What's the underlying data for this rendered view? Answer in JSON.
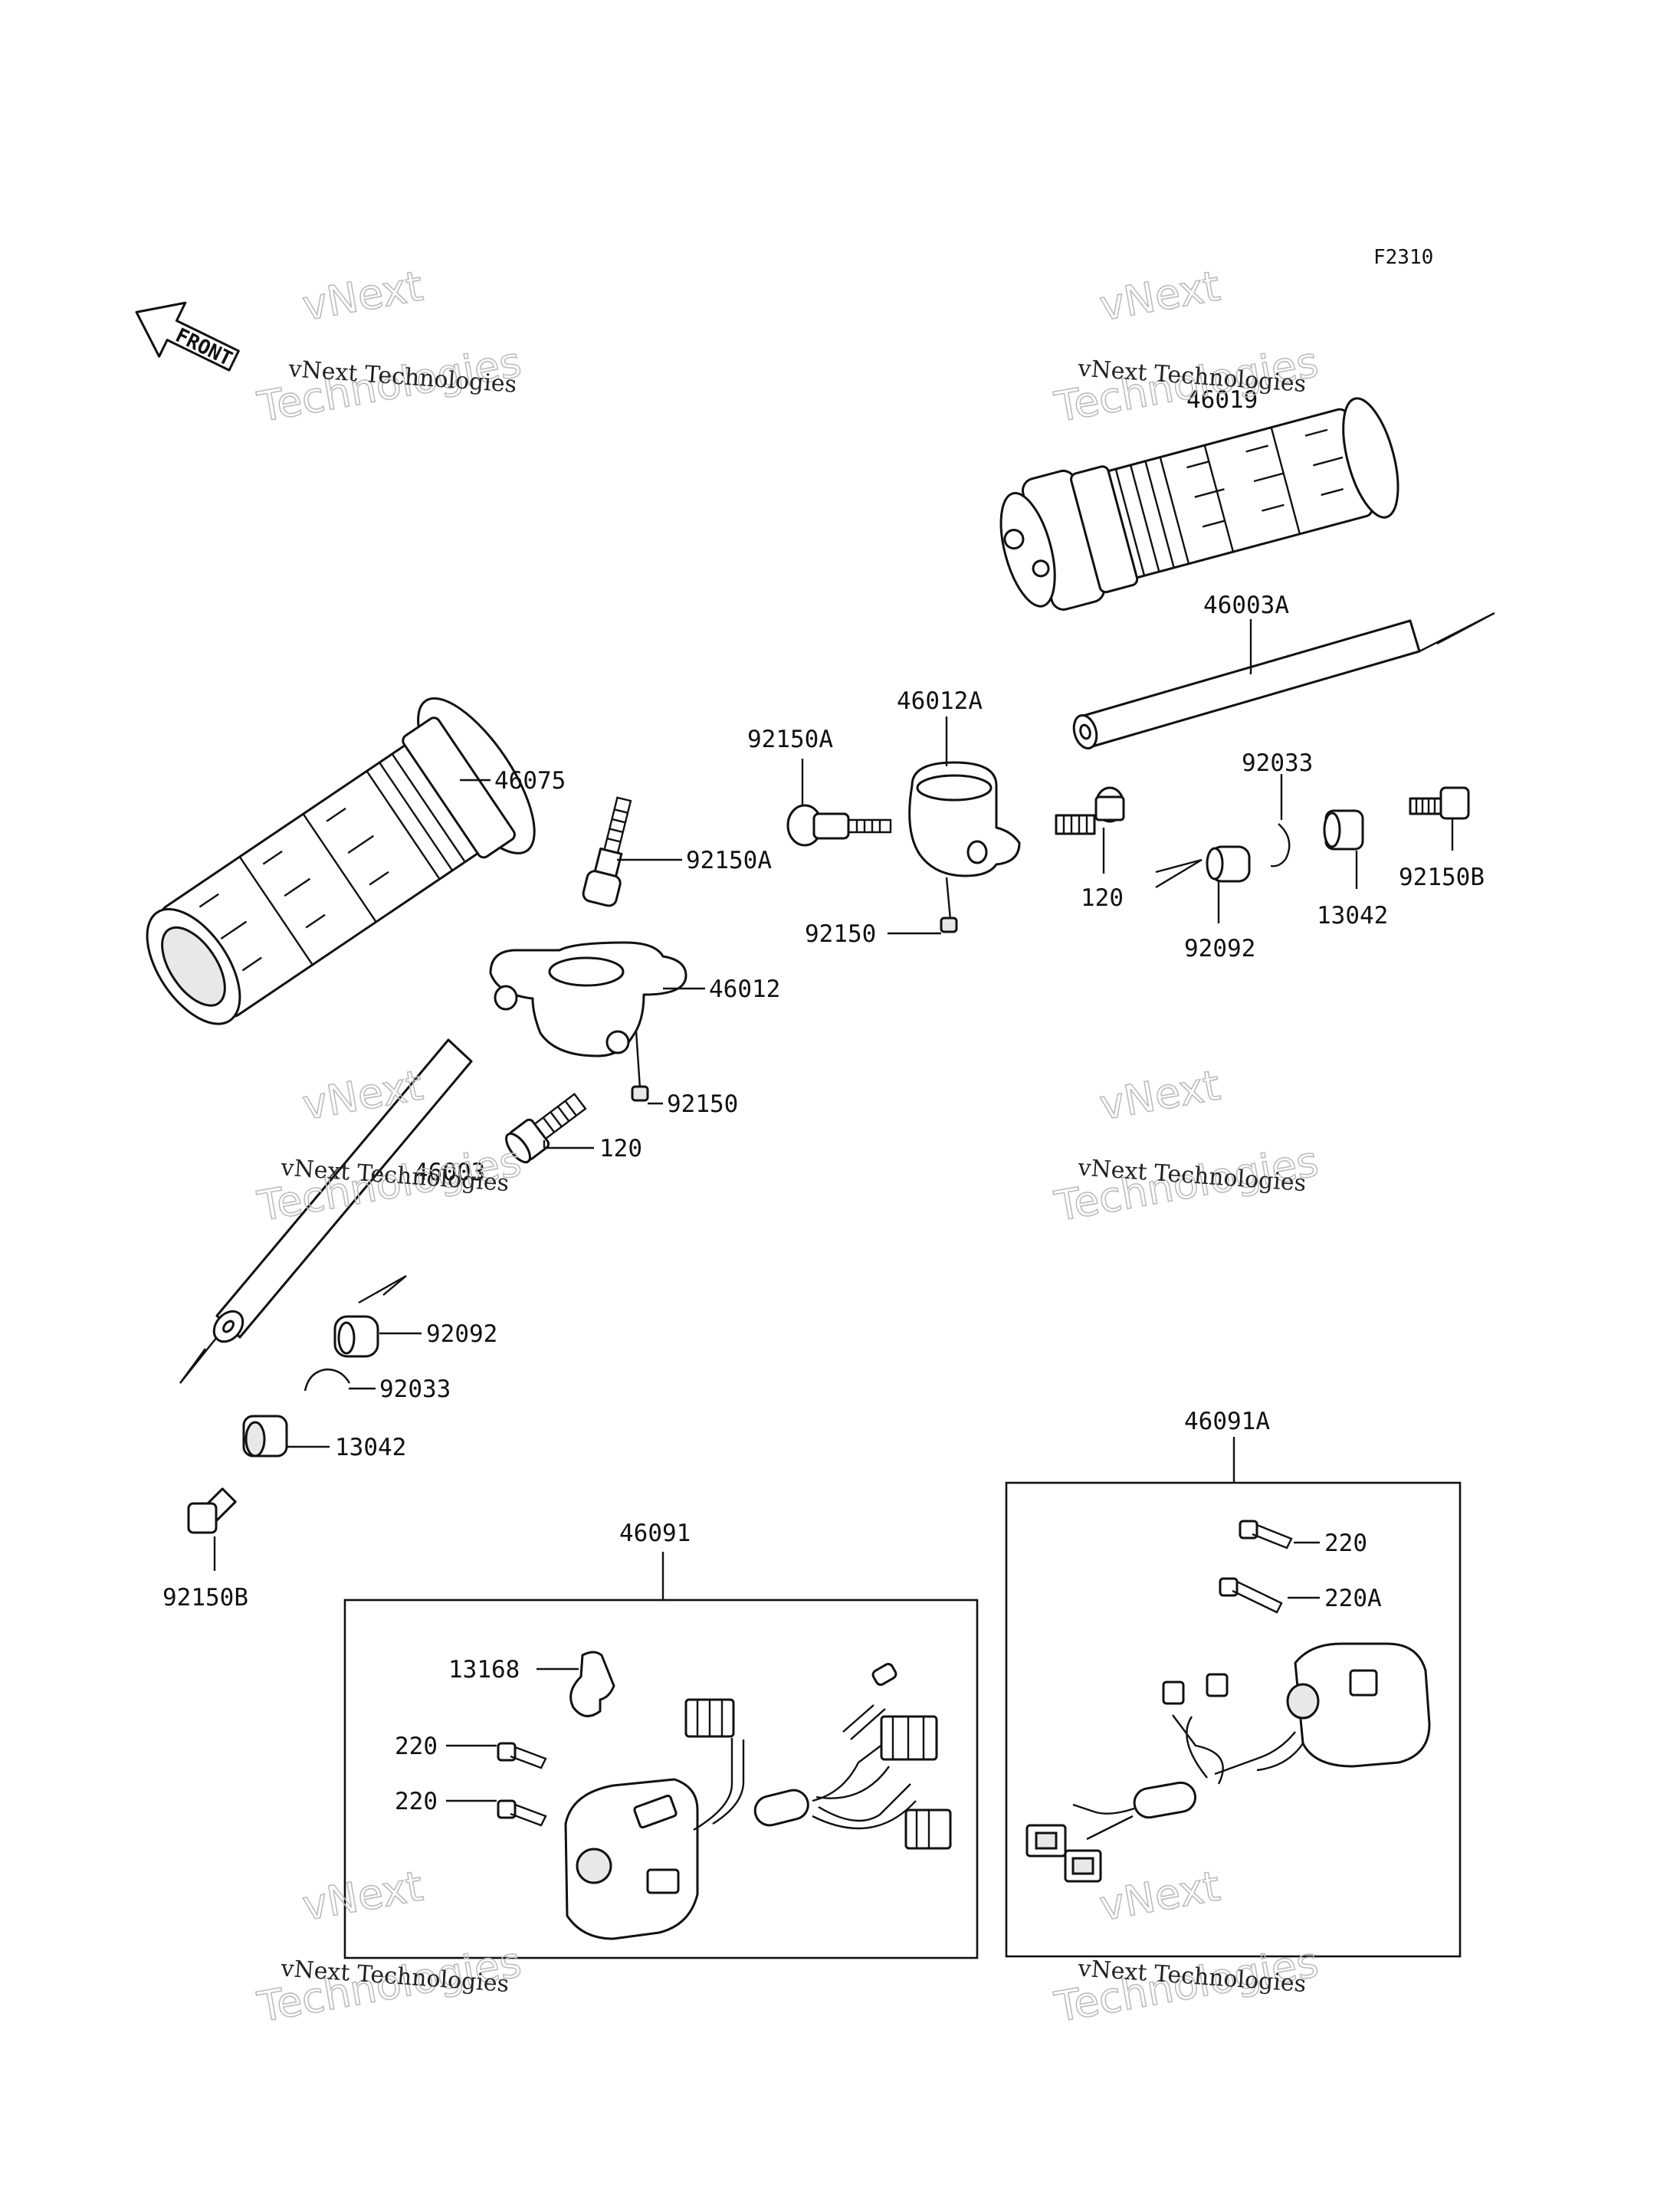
{
  "diagram_code": "F2310",
  "front_label": "FRONT",
  "watermarks": [
    {
      "line1": "vNext Technologies",
      "line2": "vNext",
      "line3": "Technologies"
    },
    {
      "line1": "vNext Technologies",
      "line2": "vNext",
      "line3": "Technologies"
    },
    {
      "line1": "vNext Technologies",
      "line2": "vNext",
      "line3": "Technologies"
    },
    {
      "line1": "vNext Technologies",
      "line2": "vNext",
      "line3": "Technologies"
    },
    {
      "line1": "vNext Technologies",
      "line2": "vNext",
      "line3": "Technologies"
    },
    {
      "line1": "vNext Technologies",
      "line2": "vNext",
      "line3": "Technologies"
    }
  ],
  "callouts": {
    "grip_right": "46019",
    "handlebar_right": "46003A",
    "holder_right": "46012A",
    "bolt_right_92150A": "92150A",
    "screw_right_92150": "92150",
    "bolt_right_120": "120",
    "clip_right_92033": "92033",
    "weight_right_92092": "92092",
    "weight_right_13042": "13042",
    "bolt_right_92150B": "92150B",
    "grip_left": "46075",
    "bolt_left_92150A": "92150A",
    "holder_left": "46012",
    "screw_left_92150": "92150",
    "bolt_left_120": "120",
    "handlebar_left": "46003",
    "weight_left_92092": "92092",
    "clip_left_92033": "92033",
    "weight_left_13042": "13042",
    "bolt_left_92150B": "92150B",
    "switch_left": "46091",
    "switch_left_13168": "13168",
    "switch_left_screw_a": "220",
    "switch_left_screw_b": "220",
    "switch_right": "46091A",
    "switch_right_220": "220",
    "switch_right_220A": "220A"
  }
}
